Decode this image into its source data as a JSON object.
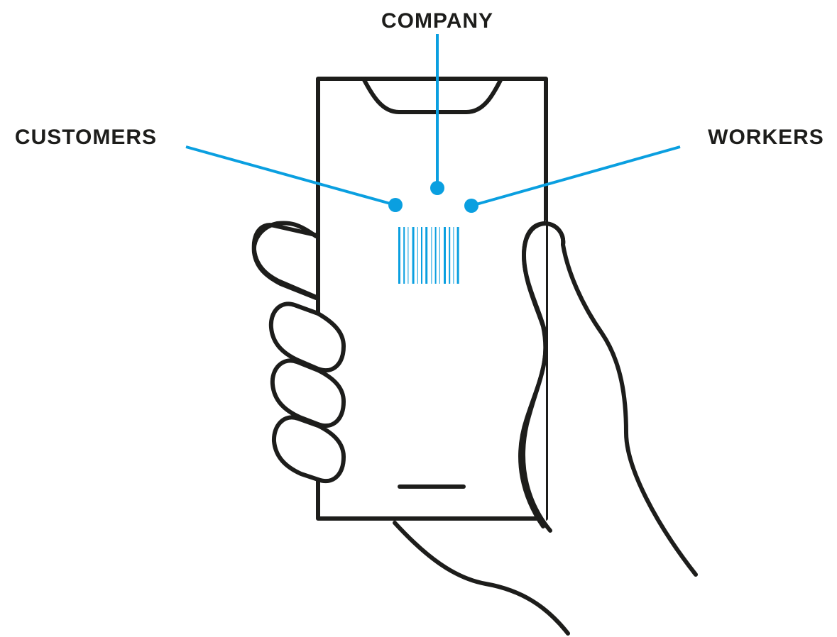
{
  "colors": {
    "outline": "#1d1d1b",
    "accent": "#0a9fe0",
    "background": "#ffffff"
  },
  "labels": {
    "company": "COMPANY",
    "customers": "CUSTOMERS",
    "workers": "WORKERS"
  },
  "icons": {
    "hand": "hand-icon",
    "phone": "smartphone-icon",
    "barcode": "barcode-icon"
  }
}
